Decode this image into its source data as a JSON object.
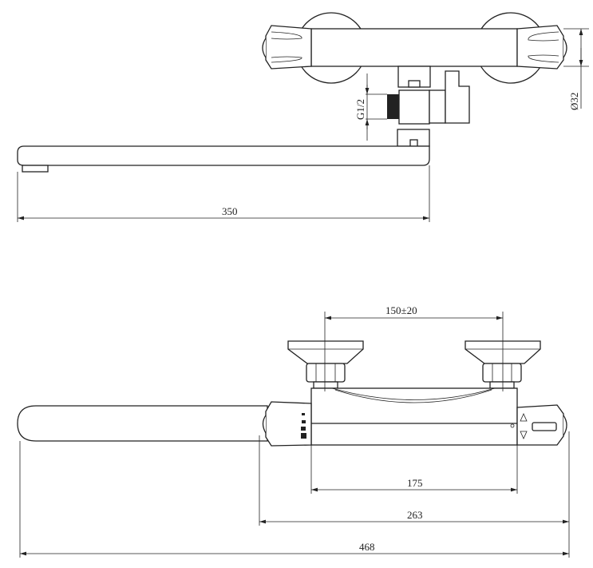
{
  "drawing": {
    "top_view": {
      "spout_length_label": "350",
      "diameter_label": "Ø32",
      "thread_label": "G1/2"
    },
    "front_view": {
      "center_distance_label": "150±20",
      "body_length_label": "175",
      "handles_length_label": "263",
      "total_length_label": "468"
    }
  }
}
